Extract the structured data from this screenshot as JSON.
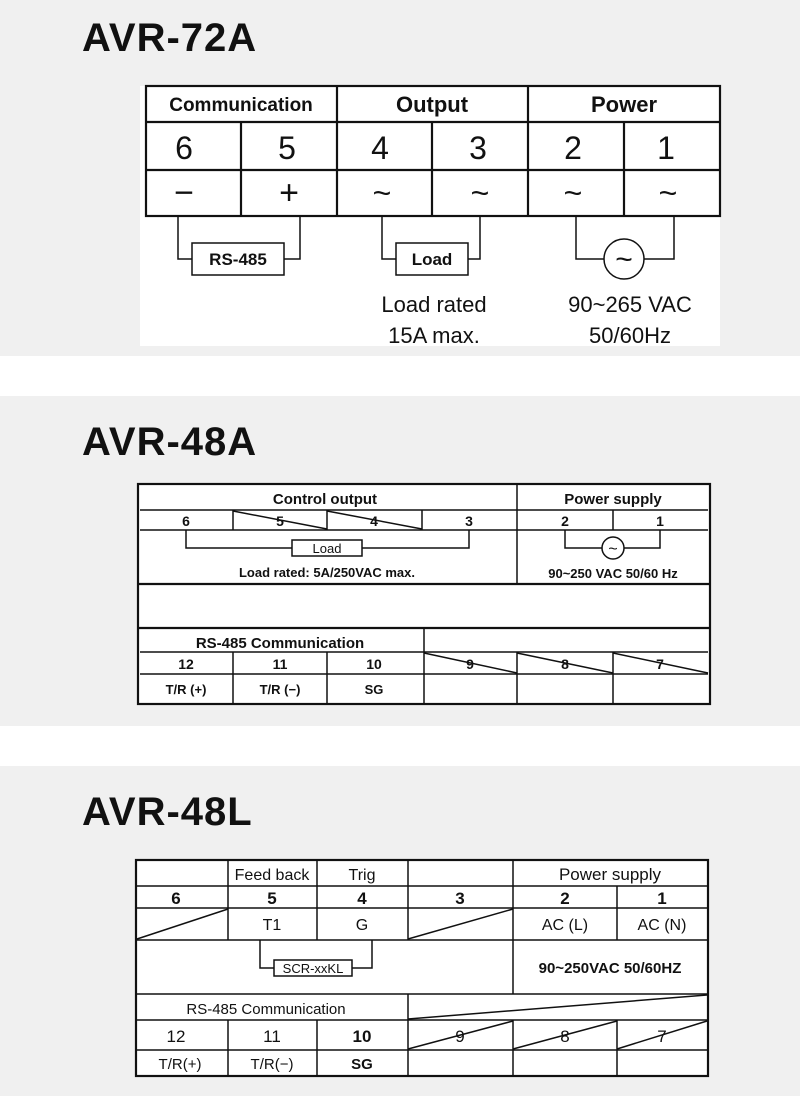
{
  "avr72a": {
    "title": "AVR-72A",
    "groups": {
      "communication": "Communication",
      "output": "Output",
      "power": "Power"
    },
    "terminals": [
      "6",
      "5",
      "4",
      "3",
      "2",
      "1"
    ],
    "symbols": [
      "−",
      "+",
      "~",
      "~",
      "~",
      "~"
    ],
    "rs485_label": "RS-485",
    "load_label": "Load",
    "ac_symbol": "~",
    "load_rated_line1": "Load rated",
    "load_rated_line2": "15A max.",
    "power_line1": "90~265 VAC",
    "power_line2": "50/60Hz"
  },
  "avr48a": {
    "title": "AVR-48A",
    "control_output": "Control output",
    "power_supply": "Power supply",
    "top_terminals": [
      "6",
      "5",
      "4",
      "3",
      "2",
      "1"
    ],
    "load_label": "Load",
    "load_rated": "Load rated: 5A/250VAC max.",
    "ac_symbol": "~",
    "power_spec": "90~250 VAC 50/60 Hz",
    "rs485": "RS-485 Communication",
    "bottom_terminals": [
      "12",
      "11",
      "10",
      "9",
      "8",
      "7"
    ],
    "bottom_labels": [
      "T/R (+)",
      "T/R (−)",
      "SG"
    ]
  },
  "avr48l": {
    "title": "AVR-48L",
    "feedback": "Feed back",
    "trig": "Trig",
    "power_supply": "Power supply",
    "top_terminals": [
      "6",
      "5",
      "4",
      "3",
      "2",
      "1"
    ],
    "top_labels": [
      "T1",
      "G",
      "AC (L)",
      "AC (N)"
    ],
    "scr_label": "SCR-xxKL",
    "power_spec": "90~250VAC 50/60HZ",
    "rs485": "RS-485 Communication",
    "bottom_terminals": [
      "12",
      "11",
      "10",
      "9",
      "8",
      "7"
    ],
    "bottom_labels": [
      "T/R(+)",
      "T/R(−)",
      "SG"
    ]
  }
}
